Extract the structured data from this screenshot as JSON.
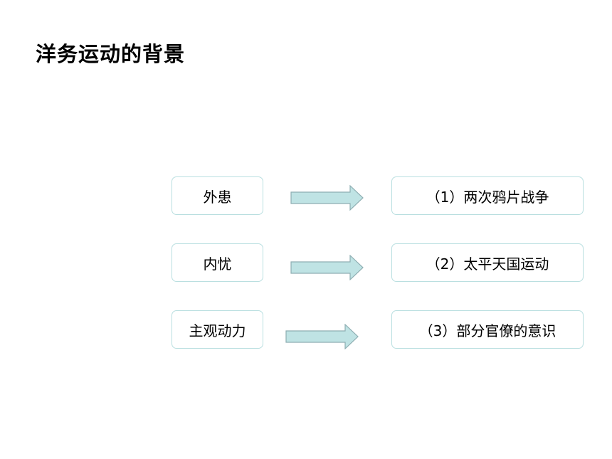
{
  "title": "洋务运动的背景",
  "colors": {
    "arrow_fill": "#bfe3e4",
    "arrow_stroke": "#8eaeb2",
    "box_border": "#b9dfe0"
  },
  "rows": [
    {
      "cause": "外患",
      "detail": "（1）两次鸦片战争"
    },
    {
      "cause": "内忧",
      "detail": "（2）太平天国运动"
    },
    {
      "cause": "主观动力",
      "detail": "（3）部分官僚的意识"
    }
  ]
}
